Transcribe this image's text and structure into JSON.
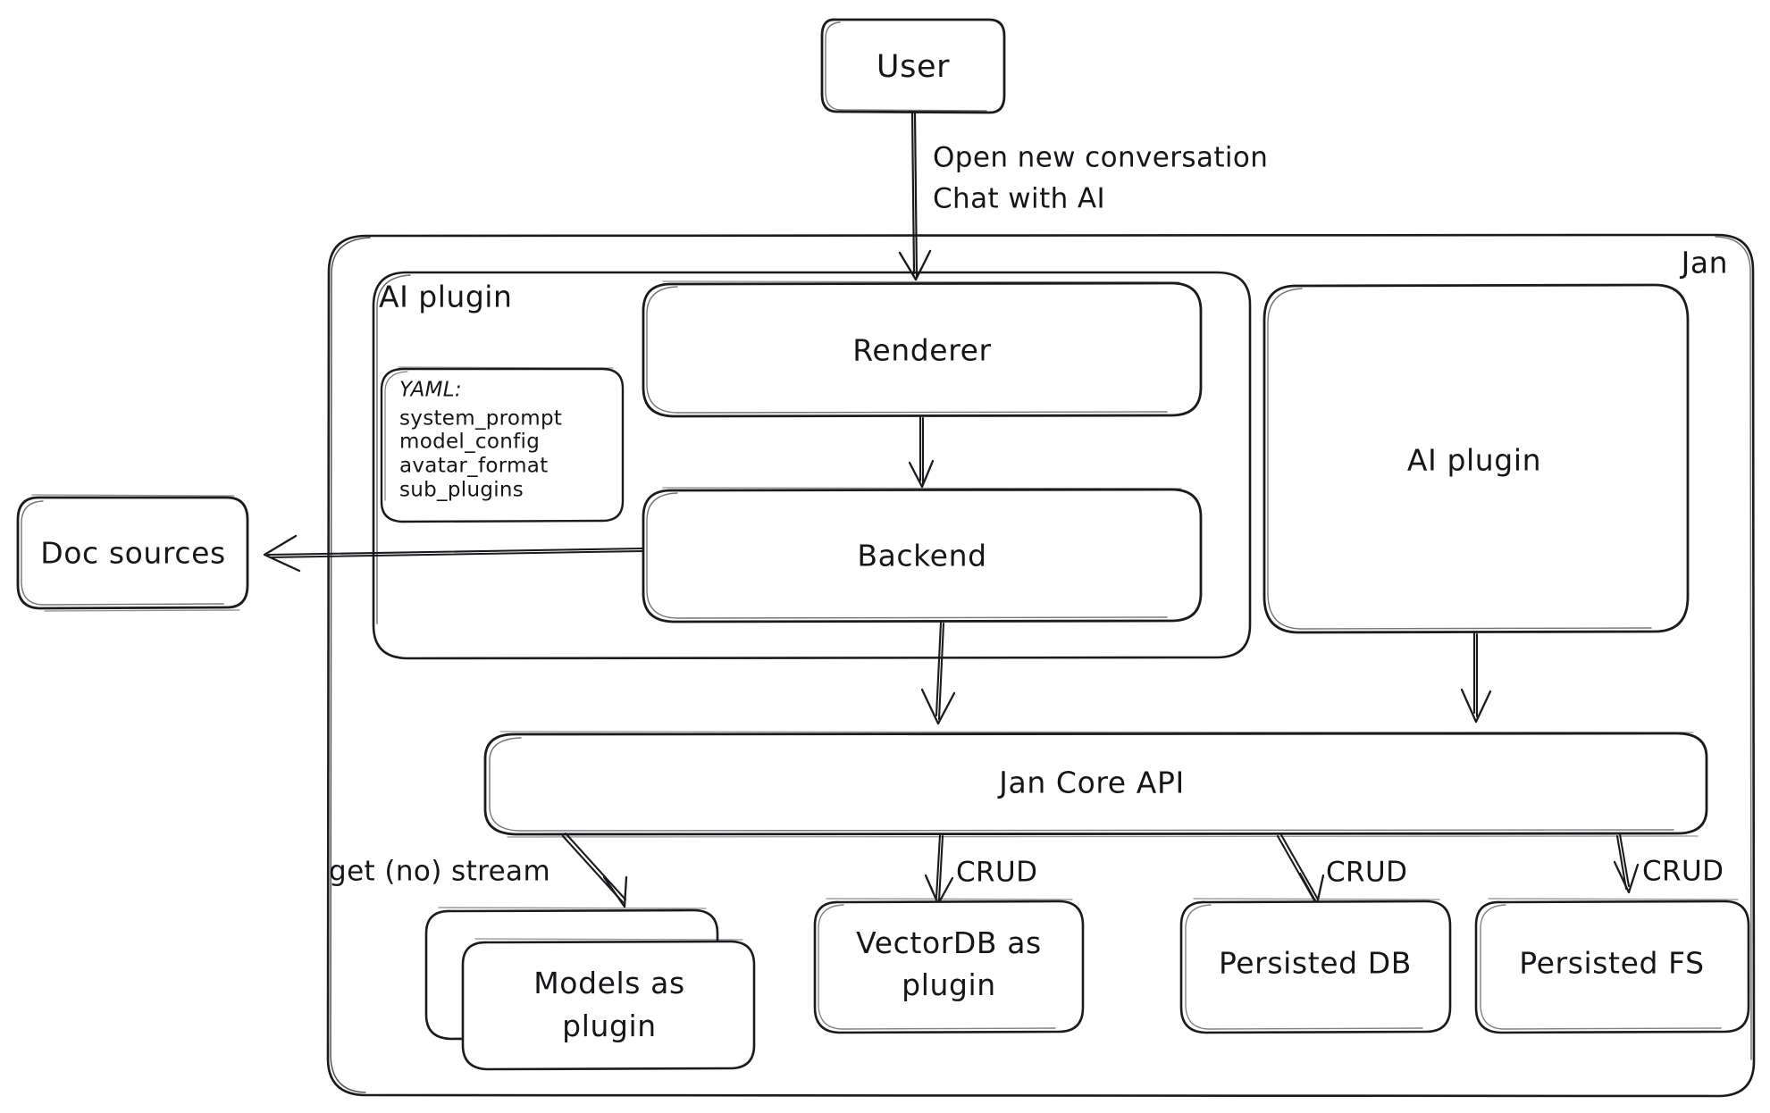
{
  "diagram": {
    "title_label": "Jan",
    "style": "hand-drawn architecture diagram",
    "stroke_color": "#1b1b1f",
    "background_color": "#ffffff",
    "nodes": {
      "user": "User",
      "doc_sources": "Doc sources",
      "ai_plugin_group": "AI plugin",
      "renderer": "Renderer",
      "backend": "Backend",
      "ai_plugin_box": "AI plugin",
      "jan_core_api": "Jan Core API",
      "models_plugin": "Models as plugin",
      "vectordb_plugin": "VectorDB as plugin",
      "persisted_db": "Persisted DB",
      "persisted_fs": "Persisted FS",
      "jan_container": "Jan"
    },
    "yaml_card": {
      "header": "YAML:",
      "items": [
        "system_prompt",
        "model_config",
        "avatar_format",
        "sub_plugins"
      ]
    },
    "edges": [
      {
        "name": "user-to-renderer",
        "from": "User",
        "to": "Renderer",
        "label_line_1": "Open new conversation",
        "label_line_2": "Chat with AI"
      },
      {
        "name": "renderer-to-backend",
        "from": "Renderer",
        "to": "Backend",
        "label": ""
      },
      {
        "name": "backend-to-doc-sources",
        "from": "Backend",
        "to": "Doc sources",
        "label": ""
      },
      {
        "name": "backend-to-jan-core-api",
        "from": "Backend",
        "to": "Jan Core API",
        "label": ""
      },
      {
        "name": "ai-plugin-to-jan-core-api",
        "from": "AI plugin",
        "to": "Jan Core API",
        "label": ""
      },
      {
        "name": "jan-core-api-to-models",
        "from": "Jan Core API",
        "to": "Models as plugin",
        "label": "get (no) stream"
      },
      {
        "name": "jan-core-api-to-vectordb",
        "from": "Jan Core API",
        "to": "VectorDB as plugin",
        "label": "CRUD"
      },
      {
        "name": "jan-core-api-to-persisted-db",
        "from": "Jan Core API",
        "to": "Persisted DB",
        "label": "CRUD"
      },
      {
        "name": "jan-core-api-to-persisted-fs",
        "from": "Jan Core API",
        "to": "Persisted FS",
        "label": "CRUD"
      }
    ],
    "edge_labels": {
      "user_line_1": "Open new conversation",
      "user_line_2": "Chat with AI",
      "models": "get (no) stream",
      "crud_vectordb": "CRUD",
      "crud_db": "CRUD",
      "crud_fs": "CRUD"
    }
  }
}
